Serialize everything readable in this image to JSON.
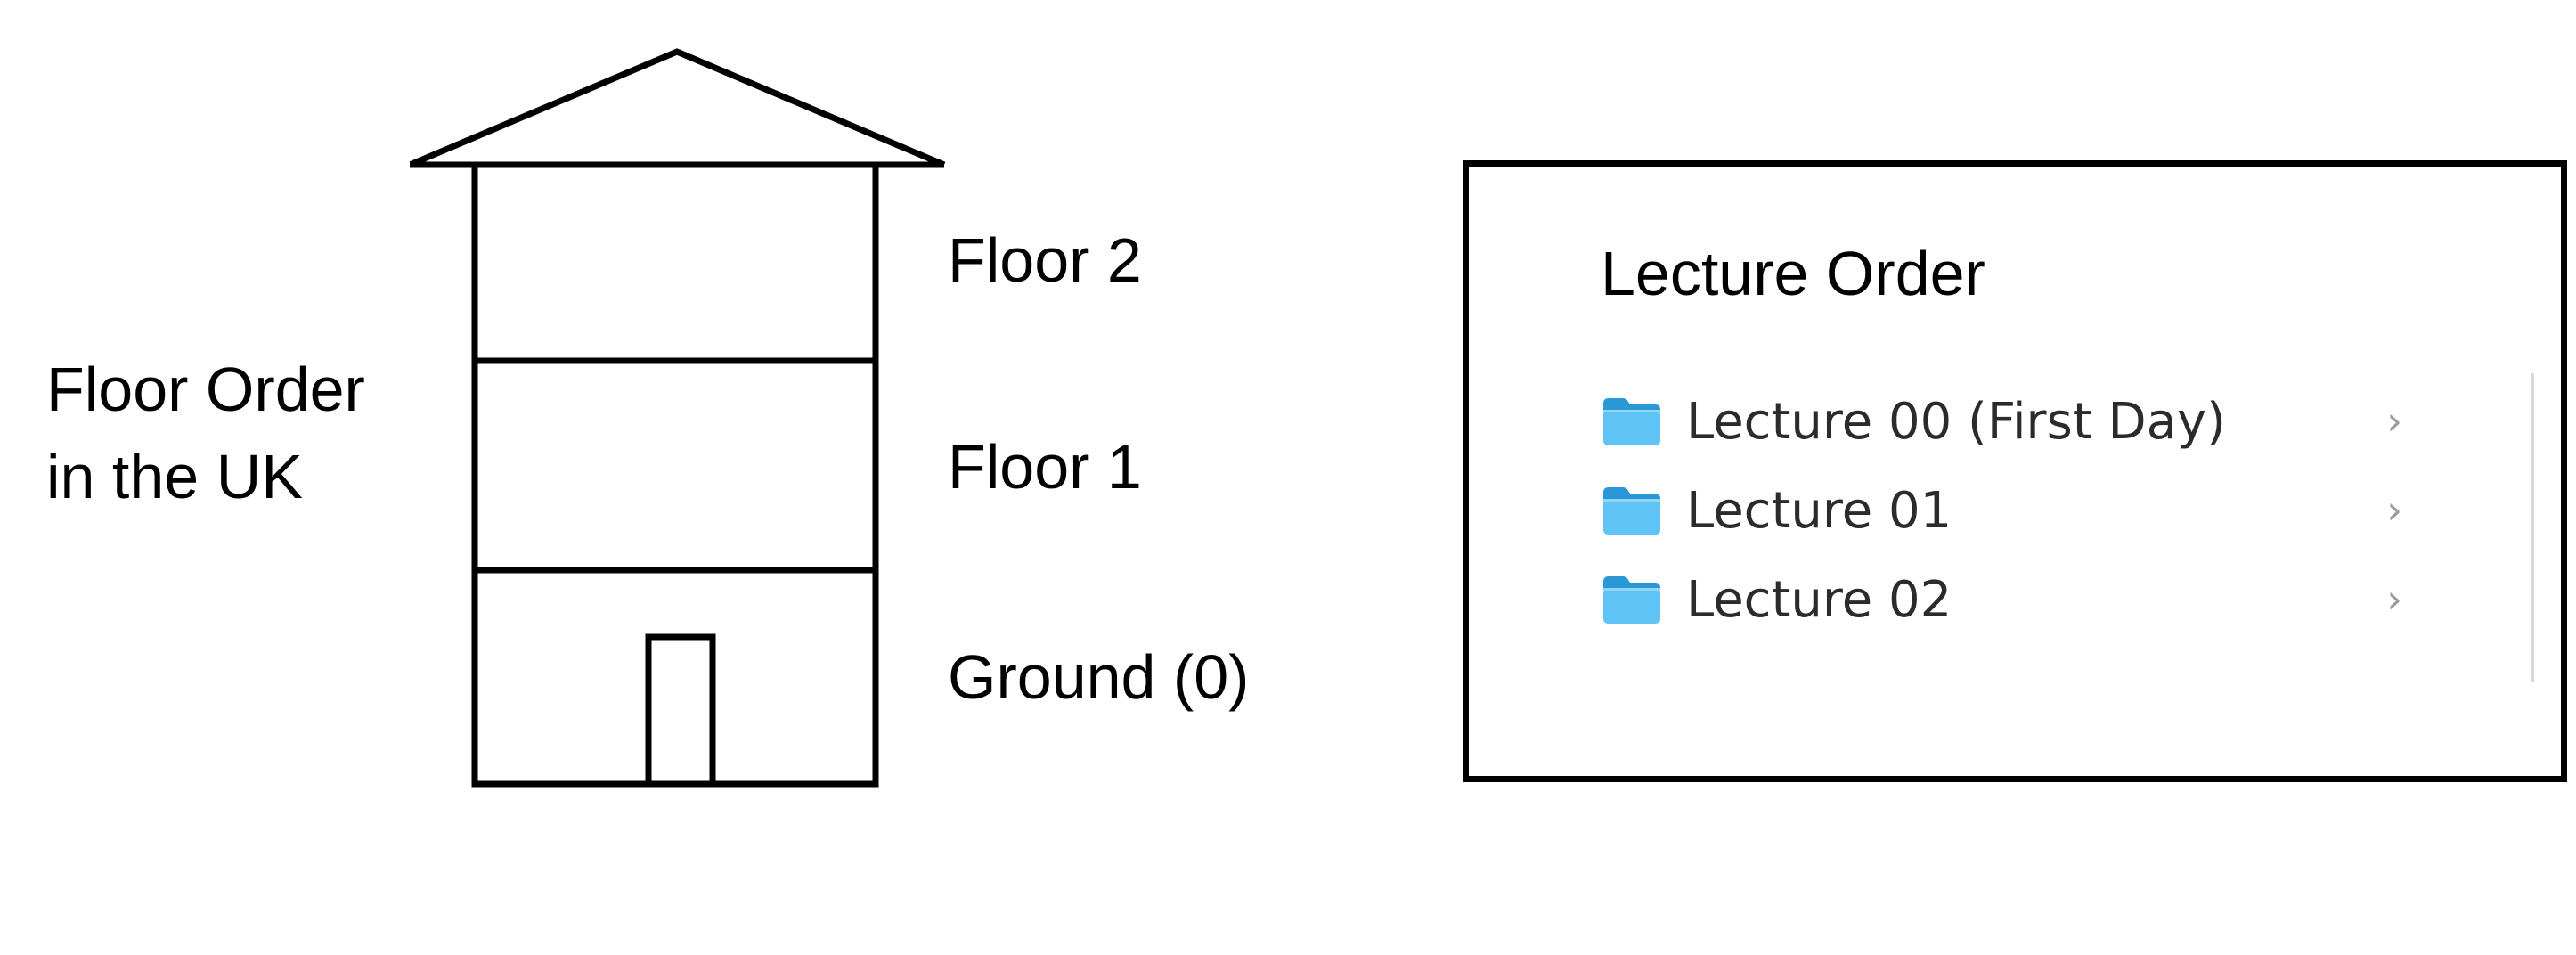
{
  "left_caption": [
    "Floor Order",
    "in the UK"
  ],
  "house": {
    "floors": [
      {
        "label": "Floor 2"
      },
      {
        "label": "Floor 1"
      },
      {
        "label": "Ground (0)"
      }
    ]
  },
  "panel": {
    "title": "Lecture Order",
    "folders": [
      {
        "name": "Lecture 00 (First Day)",
        "icon": "folder-icon",
        "chevron": "›"
      },
      {
        "name": "Lecture 01",
        "icon": "folder-icon",
        "chevron": "›"
      },
      {
        "name": "Lecture 02",
        "icon": "folder-icon",
        "chevron": "›"
      }
    ]
  },
  "colors": {
    "line": "#000000",
    "folder_light": "#5fc4f5",
    "folder_dark": "#2a97d6",
    "chevron": "#9a9a9a"
  }
}
